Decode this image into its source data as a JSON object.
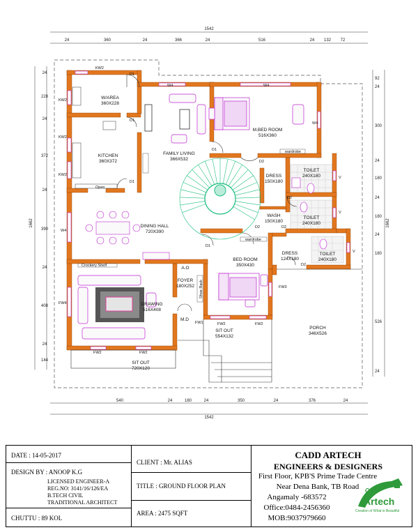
{
  "dims": {
    "top_total": "1542",
    "top_segments": [
      "24",
      "360",
      "24",
      "366",
      "24",
      "516",
      "24",
      "132",
      "72"
    ],
    "bottom_segments": [
      "540",
      "24",
      "180",
      "24",
      "350",
      "24",
      "376",
      "24"
    ],
    "bottom_total": "1542",
    "left_total": "1662",
    "left_segments": [
      "24",
      "228",
      "24",
      "372",
      "24",
      "390",
      "24",
      "408",
      "24",
      "144"
    ],
    "right_total": "1662",
    "right_segments": [
      "92",
      "24",
      "300",
      "24",
      "180",
      "24",
      "180",
      "24",
      "180",
      "526",
      "24"
    ]
  },
  "rooms": {
    "wiarea_name": "W/AREA",
    "wiarea_size": "360X228",
    "kitchen_name": "KITCHEN",
    "kitchen_size": "360X372",
    "family_name": "FAMILY LIVING",
    "family_size": "366X532",
    "mbed_name": "M.BED ROOM",
    "mbed_size": "516X360",
    "dress1_name": "DRESS",
    "dress1_size": "150X180",
    "toilet1_name": "TOILET",
    "toilet1_size": "240X180",
    "toilet2_name": "TOILET",
    "toilet2_size": "240X180",
    "wash_name": "WASH",
    "wash_size": "150X180",
    "dining_name": "DINING HALL",
    "dining_size": "720X390",
    "dress2_name": "DRESS",
    "dress2_size": "124X180",
    "toilet3_name": "TOILET",
    "toilet3_size": "240X180",
    "ao": "A.O",
    "foyer_name": "FOYER",
    "foyer_size": "180X252",
    "bed_name": "BED ROOM",
    "bed_size": "350X430",
    "drawing_name": "DRAWING",
    "drawing_size": "516X408",
    "md": "M.D",
    "sitout1_name": "SIT OUT",
    "sitout1_size": "554X132",
    "porch_name": "PORCH",
    "porch_size": "346X526",
    "sitout2_name": "SIT OUT",
    "sitout2_size": "720X120"
  },
  "marks": {
    "kw2": "KW2",
    "d1": "D1",
    "d2": "D2",
    "w4": "W4",
    "w": "W",
    "v": "V",
    "fw1": "FW1",
    "fw2": "FW2",
    "fw3": "FW3",
    "fw4": "FW4",
    "wardrobe": "wardrobe",
    "open": "Open",
    "crockery": "Crockery Shelf",
    "shoe": "Shoe Rack"
  },
  "title_block": {
    "date": "DATE : 14-05-2017",
    "design_by": "DESIGN BY : ANOOP K.G",
    "credentials": [
      "LICENSED ENGINEER-A",
      "REG.NO: 3141/16/126/EA",
      "B.TECH CIVIL",
      "TRADITIONAL ARCHITECT"
    ],
    "chuttu": "CHUTTU : 89 KOL",
    "client": "CLIENT : Mr. ALIAS",
    "title": "TITLE : GROUND FLOOR PLAN",
    "area": "AREA :  2475 SQFT",
    "company_line1": "CADD ARTECH",
    "company_line2": "ENGINEERS & DESIGNERS",
    "address": [
      "First Floor, KPB'S Prime Trade Centre",
      "Near Dena Bank, TB Road",
      "Angamaly -683572",
      "Office:0484-2456360",
      "MOB:9037979660"
    ],
    "logo_text": "Cadd Artech",
    "logo_tagline": "Creation of What is Beautiful"
  },
  "colors": {
    "wall": "#e2771f",
    "wall_edge": "#8a3d00",
    "stair": "#1fbf80",
    "furniture": "#c026d3"
  }
}
